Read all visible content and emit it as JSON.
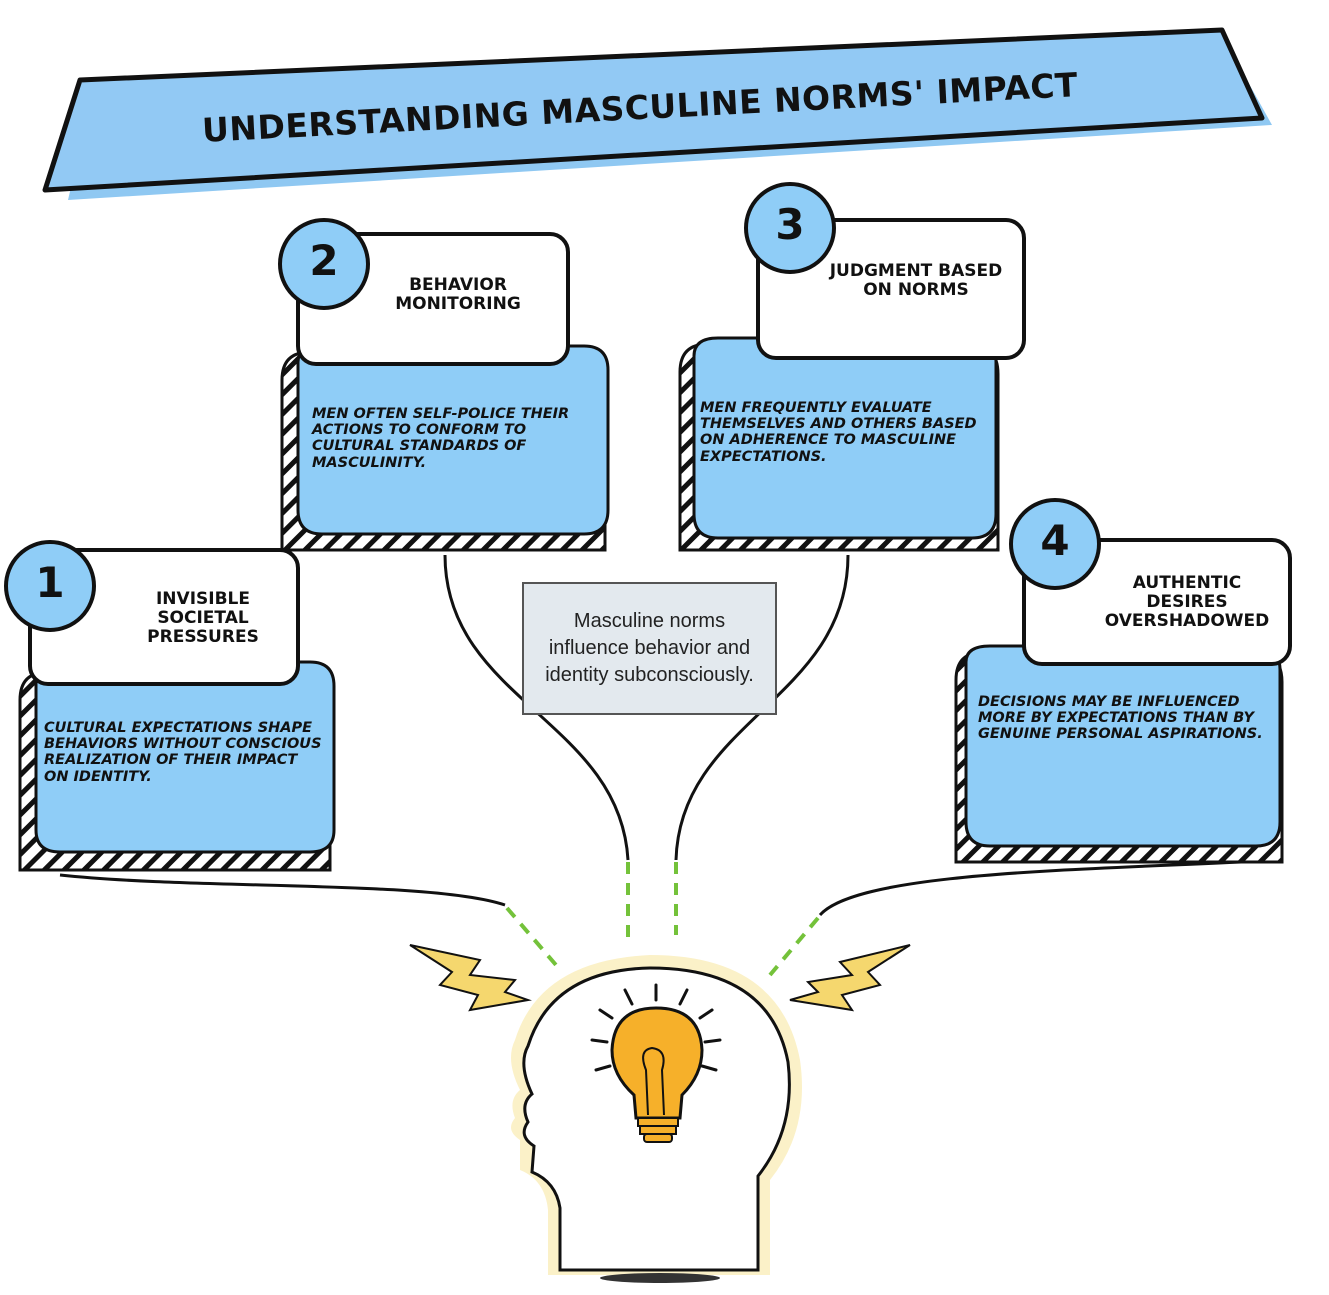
{
  "title": "UNDERSTANDING MASCULINE NORMS' IMPACT",
  "center_note": "Masculine norms influence behavior and identity subconsciously.",
  "colors": {
    "banner_fill": "#8fc8f2",
    "card_fill": "#8fcdf7",
    "badge_fill": "#8fcdf7",
    "connector": "#111111",
    "dashed_link": "#74c23a",
    "bulb": "#f6b02a",
    "bolt": "#f5d76e",
    "head_glow": "#fbf1c8"
  },
  "steps": [
    {
      "number": "1",
      "title": "Invisible societal pressures",
      "body": "Cultural expectations shape behaviors without conscious realization of their impact on identity."
    },
    {
      "number": "2",
      "title": "Behavior monitoring",
      "body": "Men often self-police their actions to conform to cultural standards of masculinity."
    },
    {
      "number": "3",
      "title": "Judgment based on norms",
      "body": "Men frequently evaluate themselves and others based on adherence to masculine expectations."
    },
    {
      "number": "4",
      "title": "Authentic desires overshadowed",
      "body": "Decisions may be influenced more by expectations than by genuine personal aspirations."
    }
  ],
  "icons": {
    "head": "head-profile-icon",
    "bulb": "light-bulb-icon",
    "bolt": "lightning-bolt-icon"
  }
}
